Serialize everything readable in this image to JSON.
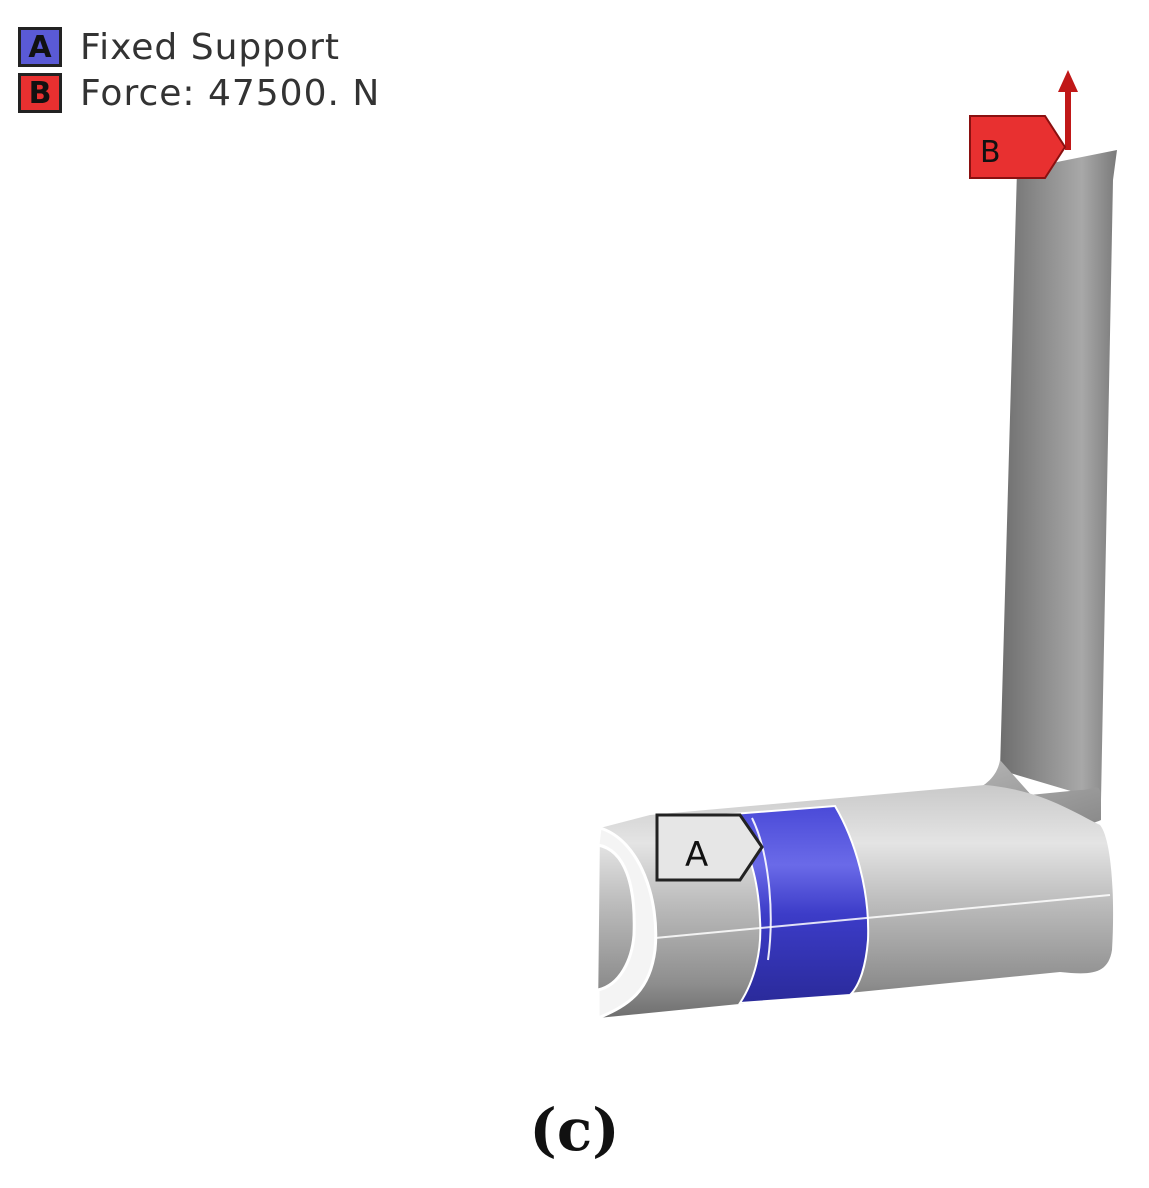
{
  "legend": {
    "items": [
      {
        "letter": "A",
        "label": "Fixed Support",
        "color": "#5a5ad6"
      },
      {
        "letter": "B",
        "label": "Force: 47500. N",
        "color": "#e83030"
      }
    ]
  },
  "model": {
    "label_a": "A",
    "label_b": "B",
    "pipe_color": "#9a9a9a",
    "support_color": "#3a3ad0",
    "force_color": "#e83030"
  },
  "caption": "(c)"
}
